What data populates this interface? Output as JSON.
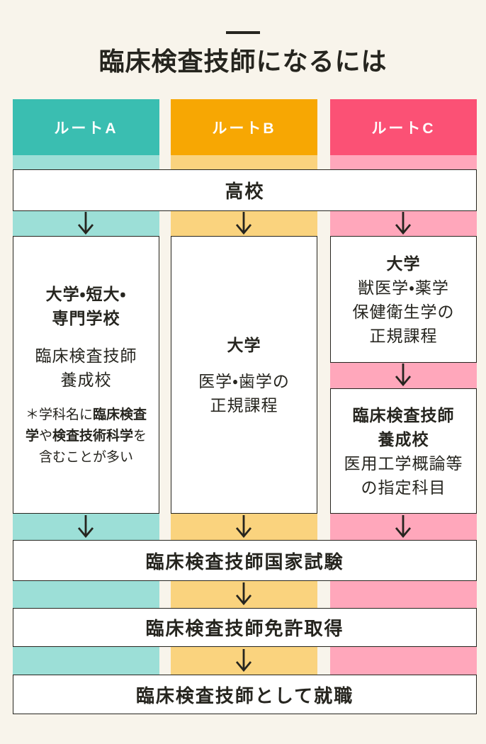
{
  "title": "臨床検査技師になるには",
  "colors": {
    "background": "#F8F4EB",
    "ink": "#26251F",
    "box_bg": "#FFFFFF",
    "route_a": "#3ABEB1",
    "route_a_light": "#9CDFD7",
    "route_b": "#F7A703",
    "route_b_light": "#FAD37E",
    "route_c": "#FB5175",
    "route_c_light": "#FFA7BB"
  },
  "headers": {
    "route_a": "ルートA",
    "route_b": "ルートB",
    "route_c": "ルートC"
  },
  "stages": {
    "highschool": "高校",
    "exam": "臨床検査技師国家試験",
    "license": "臨床検査技師免許取得",
    "employment": "臨床検査技師として就職"
  },
  "route_a_box": {
    "heading_lines": [
      "大学・短大・",
      "専門学校"
    ],
    "body_lines": [
      "臨床検査技師",
      "養成校"
    ],
    "note_lines": [
      [
        {
          "t": "＊学科名に",
          "b": 0
        },
        {
          "t": "臨床検査",
          "b": 1
        }
      ],
      [
        {
          "t": "学",
          "b": 1
        },
        {
          "t": "や",
          "b": 0
        },
        {
          "t": "検査技術科学",
          "b": 1
        },
        {
          "t": "を",
          "b": 0
        }
      ],
      [
        {
          "t": "含むことが多い",
          "b": 0
        }
      ]
    ]
  },
  "route_b_box": {
    "heading_lines": [
      "大学"
    ],
    "body_lines": [
      "医学・歯学の",
      "正規課程"
    ]
  },
  "route_c_box1": {
    "heading_lines": [
      "大学"
    ],
    "body_lines": [
      "獣医学・薬学",
      "保健衛生学の",
      "正規課程"
    ]
  },
  "route_c_box2": {
    "heading_lines": [
      "臨床検査技師",
      "養成校"
    ],
    "body_lines": [
      "医用工学概論等",
      "の指定科目"
    ]
  },
  "icons": {
    "arrow_down": "arrow-down-icon"
  }
}
